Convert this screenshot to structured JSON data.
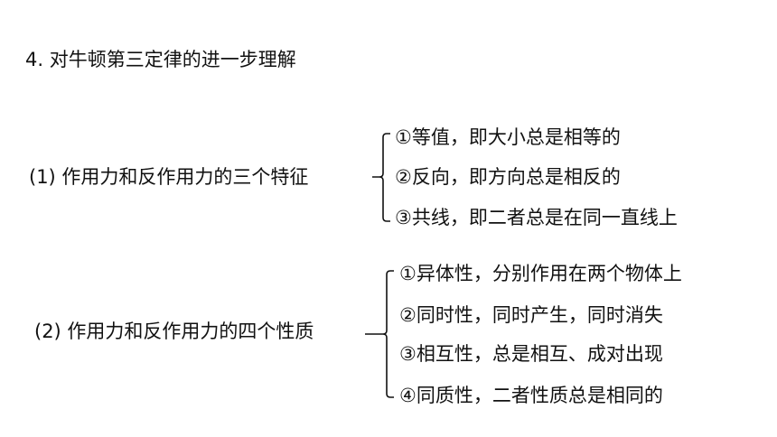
{
  "title": "4. 对牛顿第三定律的进一步理解",
  "groups": [
    {
      "label": "(1) 作用力和反作用力的三个特征",
      "items": [
        "①等值，即大小总是相等的",
        "②反向，即方向总是相反的",
        "③共线，即二者总是在同一直线上"
      ]
    },
    {
      "label": "(2) 作用力和反作用力的四个性质",
      "items": [
        "①异体性，分别作用在两个物体上",
        "②同时性，同时产生，同时消失",
        "③相互性，总是相互、成对出现",
        "④同质性，二者性质总是相同的"
      ]
    }
  ]
}
